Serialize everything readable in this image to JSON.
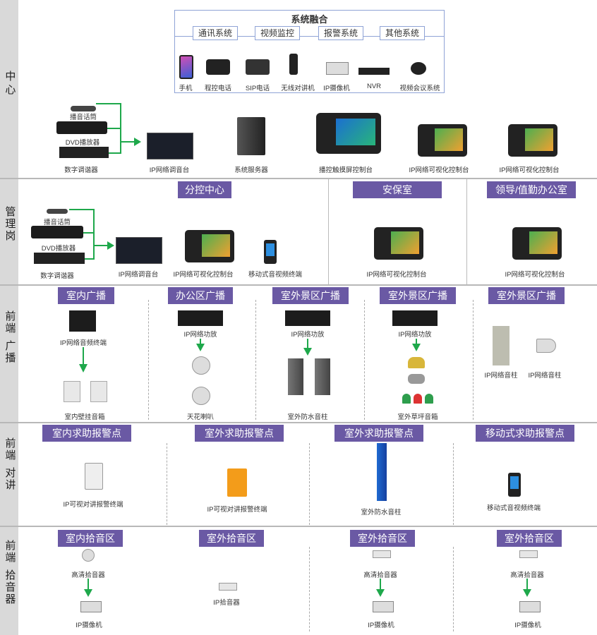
{
  "sides": {
    "center": "中心",
    "mgmt": "管理岗",
    "broadcast": [
      "前端",
      "广播"
    ],
    "intercom": [
      "前端",
      "对讲"
    ],
    "pickup": [
      "前端",
      "拾音器"
    ]
  },
  "fusion": {
    "title": "系统融合",
    "subs": [
      "通讯系统",
      "视频监控",
      "报警系统",
      "其他系统"
    ],
    "devices": [
      "手机",
      "程控电话",
      "SIP电话",
      "无线对讲机",
      "IP摄像机",
      "NVR",
      "视频会议系统"
    ]
  },
  "center": {
    "mic": "播音话筒",
    "dvd": "DVD播放器",
    "tuner": "数字调谐器",
    "mixer": "IP网络调音台",
    "server": "系统服务器",
    "touch": "播控触摸屏控制台",
    "console1": "IP网络可视化控制台",
    "console2": "IP网络可视化控制台"
  },
  "mgmt": {
    "tag_branch": "分控中心",
    "tag_security": "安保室",
    "tag_leader": "领导/值勤办公室",
    "mic": "播音话筒",
    "dvd": "DVD播放器",
    "tuner": "数字调谐器",
    "mixer": "IP网络调音台",
    "console": "IP网络可视化控制台",
    "mobile": "移动式音视频终端",
    "security_console": "IP网络可视化控制台",
    "leader_console": "IP网络可视化控制台"
  },
  "broadcast": {
    "tags": [
      "室内广播",
      "办公区广播",
      "室外景区广播",
      "室外景区广播",
      "室外景区广播"
    ],
    "indoor_terminal": "IP网络音频终端",
    "indoor_speaker": "室内壁挂音箱",
    "amp1": "IP网络功放",
    "ceiling": "天花喇叭",
    "amp2": "IP网络功放",
    "column": "室外防水音柱",
    "amp3": "IP网络功放",
    "lawn": "室外草坪音箱",
    "ip_column": "IP网络音柱",
    "ip_horn": "IP网络音柱"
  },
  "intercom": {
    "tags": [
      "室内求助报警点",
      "室外求助报警点",
      "室外求助报警点",
      "移动式求助报警点"
    ],
    "t1": "IP可视对讲报警终端",
    "t2": "IP可视对讲报警终端",
    "t3": "室外防水音柱",
    "t4": "移动式音视频终端"
  },
  "pickup": {
    "tags": [
      "室内拾音区",
      "室外拾音区",
      "室外拾音区",
      "室外拾音区"
    ],
    "p1": "高清拾音器",
    "c1": "IP摄像机",
    "p2": "IP拾音器",
    "p3": "高清拾音器",
    "c3": "IP摄像机",
    "p4": "高清拾音器",
    "c4": "IP摄像机"
  },
  "colors": {
    "tag": "#6a59a4",
    "arrow": "#1ea84b",
    "side": "#d9d9d9"
  }
}
